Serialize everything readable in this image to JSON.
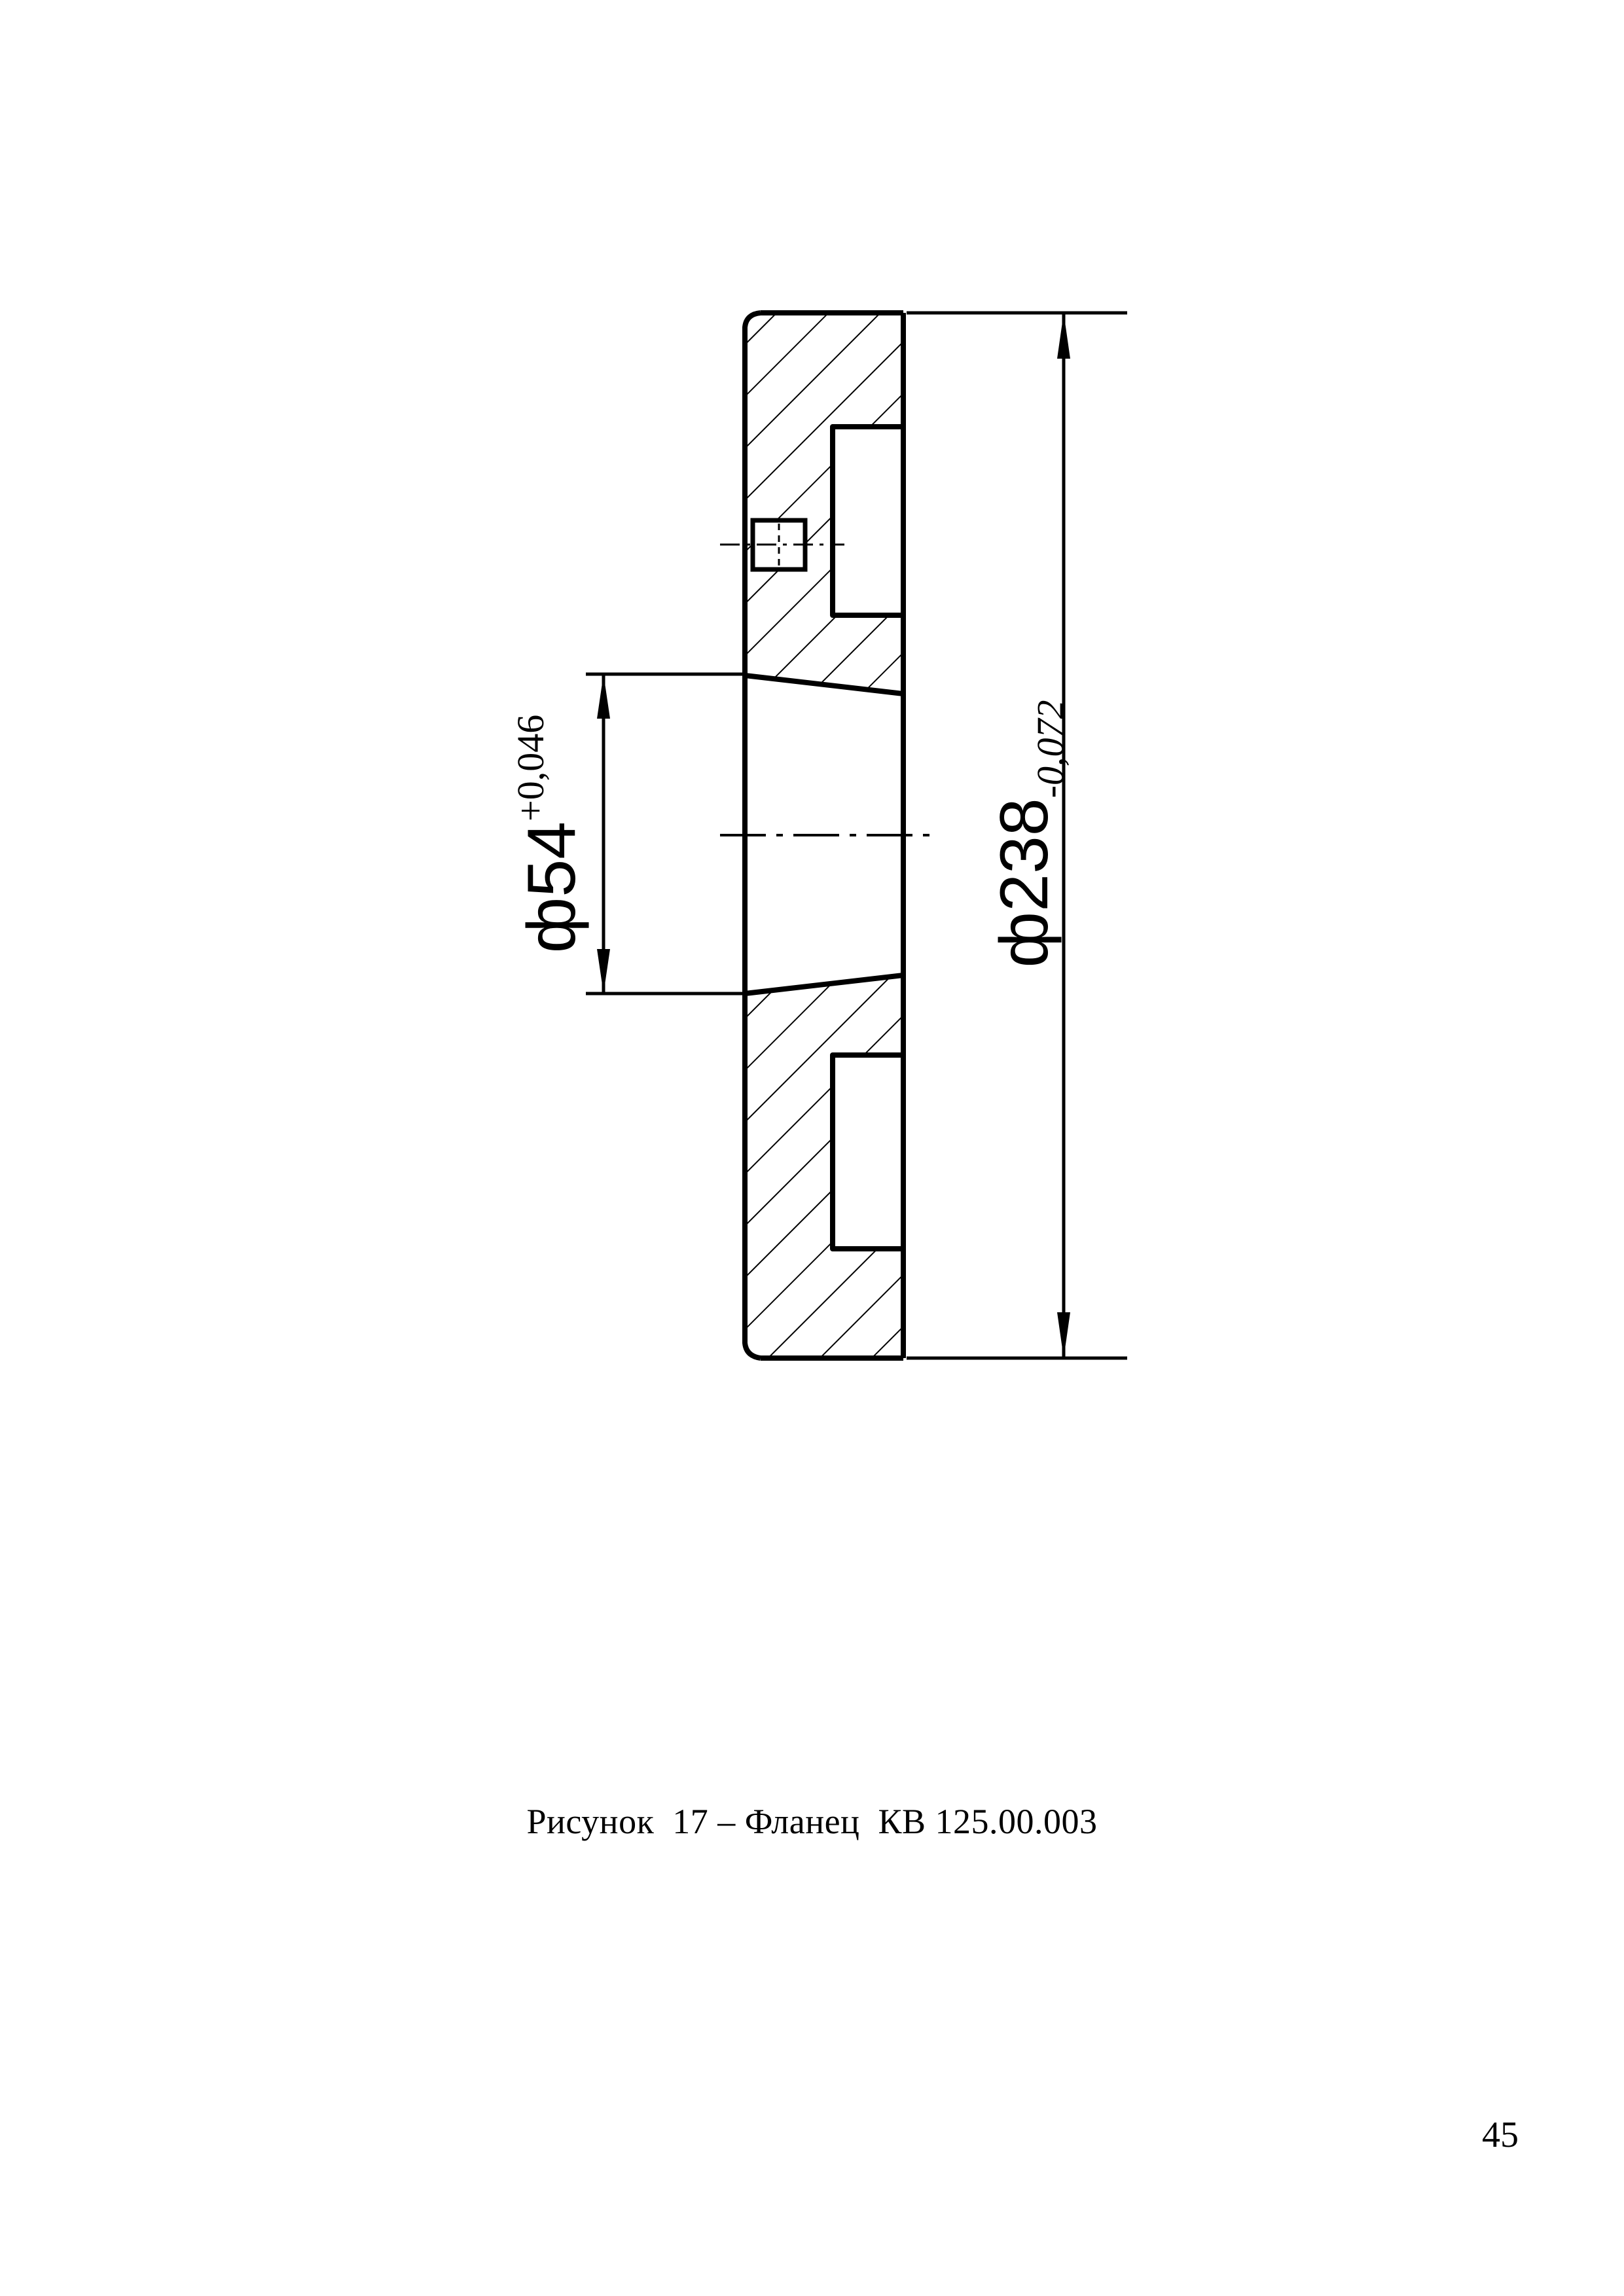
{
  "drawing": {
    "dimension_inner": {
      "symbol": "ф",
      "nominal": "54",
      "tolerance": "+0,046"
    },
    "dimension_outer": {
      "symbol": "ф",
      "nominal": "238",
      "tolerance": "-0,072"
    }
  },
  "caption": "Рисунок  17 – Фланец  КВ 125.00.003",
  "page_number": "45",
  "colors": {
    "ink": "#000000",
    "paper": "#ffffff"
  }
}
